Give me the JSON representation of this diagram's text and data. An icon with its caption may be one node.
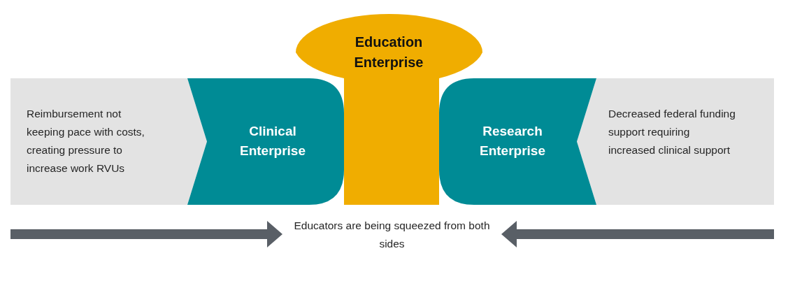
{
  "diagram": {
    "nodes": [
      {
        "text": [
          "Reimbursement not keeping pace with costs, creating pressure to increase work RVUs"
        ]
      },
      {
        "text": [
          "Clinical Enterprise"
        ]
      },
      {
        "text": [
          "Education Enterprise"
        ]
      },
      {
        "text": [
          "Research Enterprise"
        ]
      },
      {
        "text": [
          "Decreased federal funding support requiring increased clinical support"
        ]
      },
      {
        "text": [
          "Educators are being squeezed from both sides"
        ]
      }
    ],
    "edges": [
      {
        "from": null,
        "to": 5,
        "arrow": "to"
      },
      {
        "from": null,
        "to": 5,
        "arrow": "to"
      }
    ]
  }
}
